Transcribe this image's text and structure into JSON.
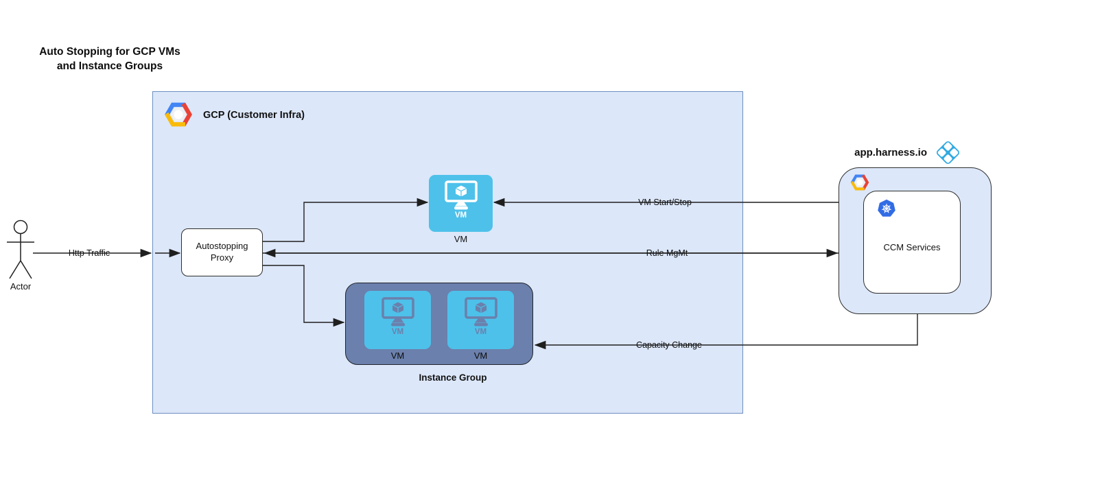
{
  "diagram_title": {
    "line1": "Auto Stopping for GCP VMs",
    "line2": "and Instance Groups"
  },
  "actor": {
    "label": "Actor"
  },
  "edges": {
    "http_traffic": "Http Traffic",
    "vm_start_stop": "VM Start/Stop",
    "rule_mgmt": "Rule MgMt",
    "capacity_change": "Capacity Change"
  },
  "gcp": {
    "label": "GCP (Customer Infra)",
    "proxy": {
      "line1": "Autostopping",
      "line2": "Proxy"
    },
    "vm": {
      "icon_text": "VM",
      "caption": "VM"
    },
    "instance_group": {
      "caption": "Instance Group",
      "vms": [
        {
          "icon_text": "VM",
          "caption": "VM"
        },
        {
          "icon_text": "VM",
          "caption": "VM"
        }
      ]
    }
  },
  "harness": {
    "label": "app.harness.io",
    "ccm_label": "CCM Services"
  },
  "colors": {
    "vm-blue": "#4dc1ea",
    "ig-slate": "#6b80ac",
    "container-fill": "#dce7f9",
    "gcp-border": "#6c8ebf",
    "edge": "#1f1f1f",
    "dark-border": "#2d2d2d",
    "k8s-blue": "#326ce5",
    "harness-blue": "#2fa9e1",
    "google-blue": "#4285f4",
    "google-red": "#ea4335",
    "google-yellow": "#f9bb0b"
  }
}
